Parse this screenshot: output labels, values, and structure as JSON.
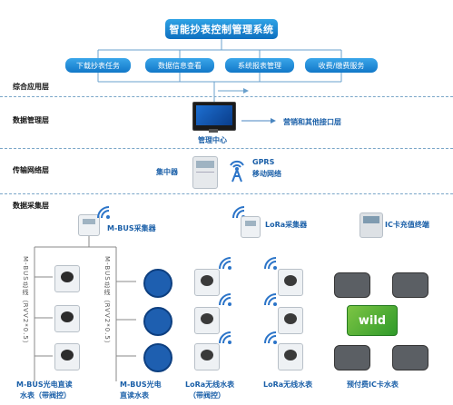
{
  "title": "智能抄表控制管理系统",
  "apps": [
    "下载抄表任务",
    "数据信息查看",
    "系统报表管理",
    "收费/缴费服务"
  ],
  "layers": {
    "application": "综合应用层",
    "data_mgmt": "数据管理层",
    "transport": "传输网络层",
    "acquisition": "数据采集层"
  },
  "mgmt_center": "管理中心",
  "marketing_interface": "营销和其他接口层",
  "concentrator": "集中器",
  "gprs": "GPRS",
  "mobile_network": "移动网络",
  "mbus_collector": "M-BUS采集器",
  "lora_collector": "LoRa采集器",
  "ic_terminal": "IC卡充值终端",
  "bus_label_1": "M-BUS总线（RVV2*0.5）",
  "bus_label_2": "M-BUS总线（RVV2*0.5）",
  "card_text": "wild",
  "captions": {
    "c1_line1": "M-BUS光电直读",
    "c1_line2": "水表（带阀控）",
    "c2_line1": "M-BUS光电",
    "c2_line2": "直读水表",
    "c3_line1": "LoRa无线水表",
    "c3_line2": "（带阀控）",
    "c4_line1": "LoRa无线水表",
    "c5_line1": "预付费IC卡水表"
  }
}
